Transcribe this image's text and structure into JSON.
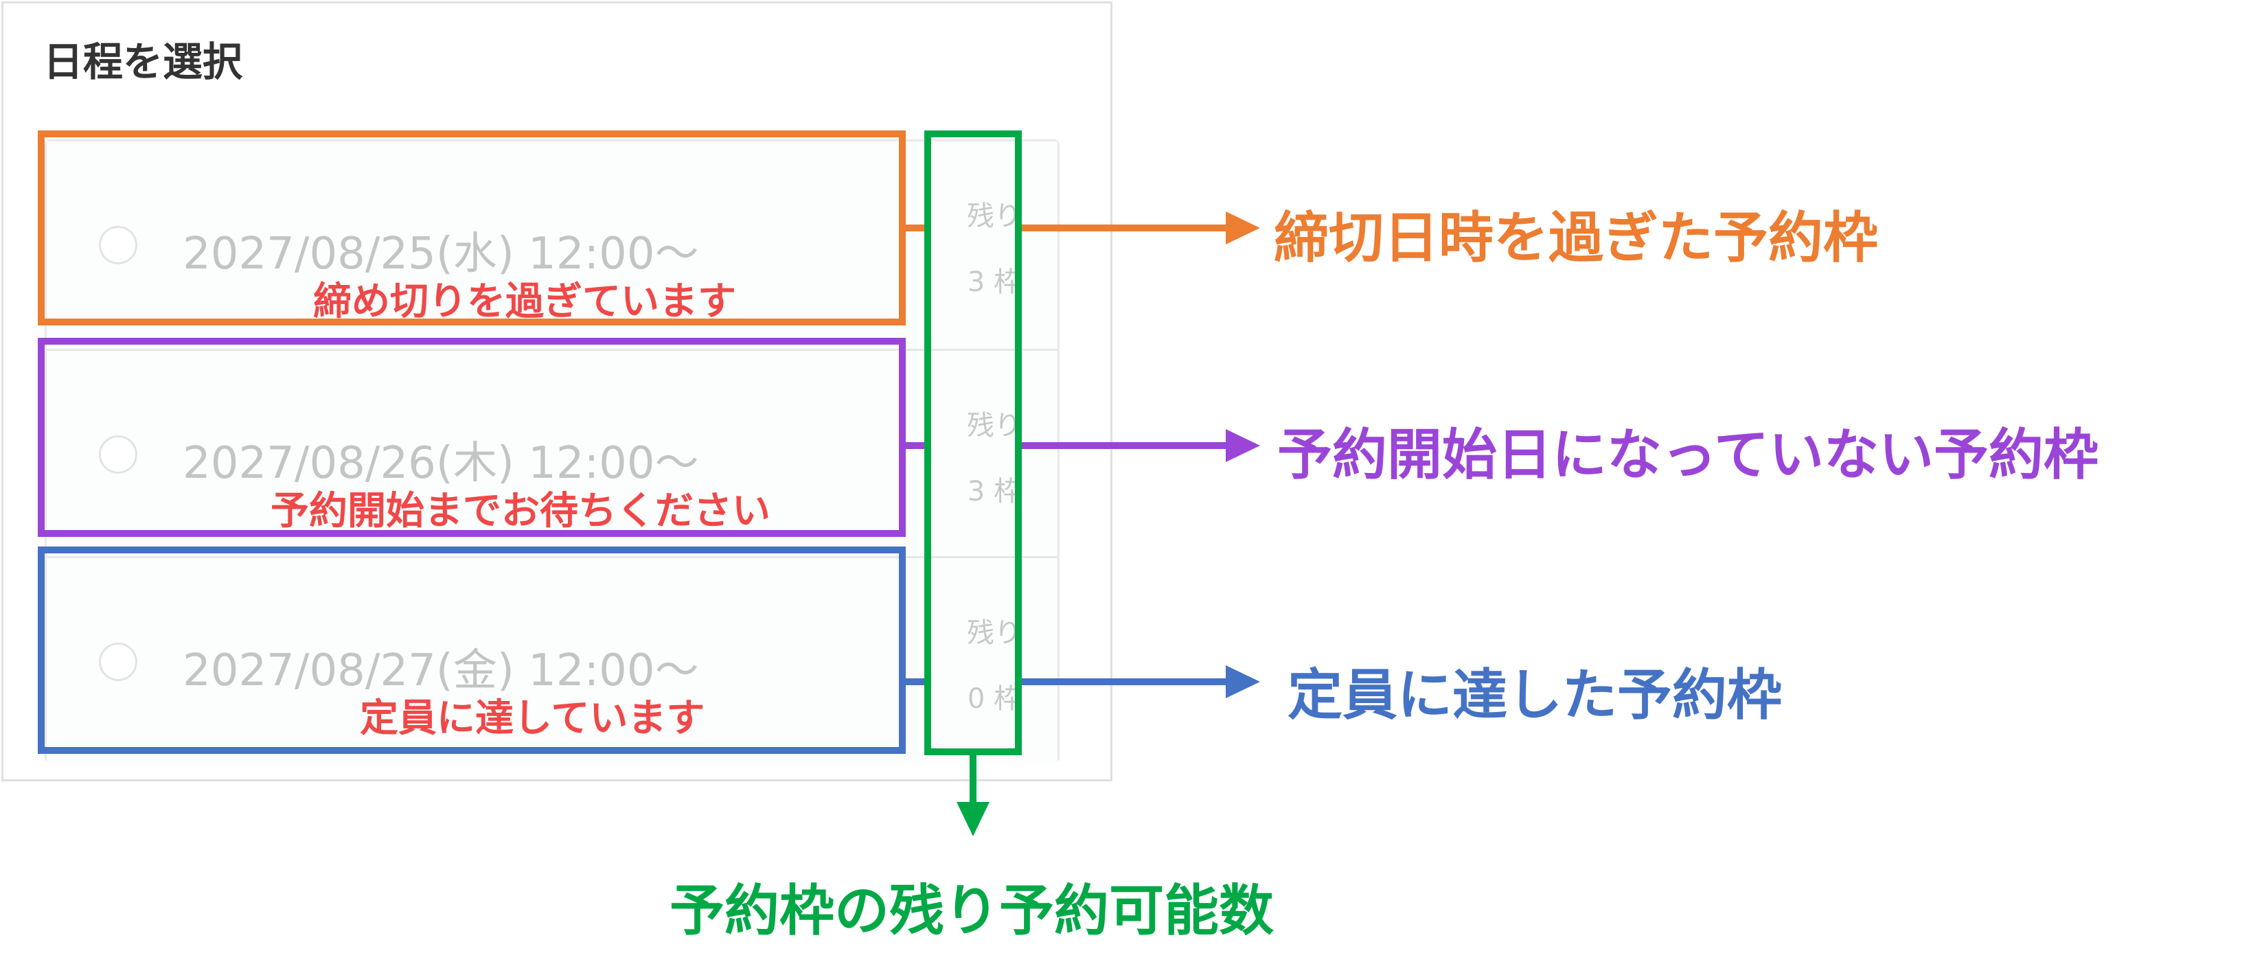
{
  "panel": {
    "title": "日程を選択"
  },
  "slots": [
    {
      "date": "2027/08/25(水) 12:00〜",
      "status": "締め切りを過ぎています",
      "remaining_label": "残り",
      "remaining_count": "3 枠"
    },
    {
      "date": "2027/08/26(木) 12:00〜",
      "status": "予約開始までお待ちください",
      "remaining_label": "残り",
      "remaining_count": "3 枠"
    },
    {
      "date": "2027/08/27(金) 12:00〜",
      "status": "定員に達しています",
      "remaining_label": "残り",
      "remaining_count": "0 枠"
    }
  ],
  "annotations": {
    "past_deadline": "締切日時を過ぎた予約枠",
    "not_yet_open": "予約開始日になっていない予約枠",
    "full": "定員に達した予約枠",
    "remaining": "予約枠の残り予約可能数"
  },
  "colors": {
    "orange": "#ed7d31",
    "purple": "#9a45d8",
    "blue": "#4472c4",
    "green": "#00a846",
    "status_text": "#f04848"
  }
}
